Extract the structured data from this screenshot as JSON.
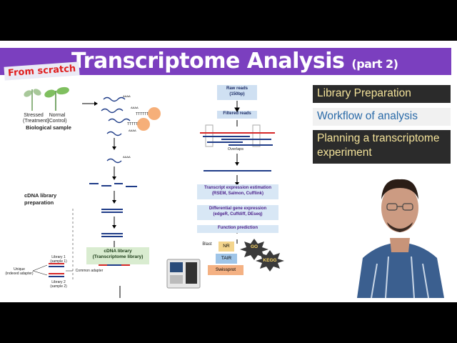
{
  "title": {
    "main": "Transcriptome Analysis",
    "part": "(part 2)",
    "badge": "From scratch"
  },
  "left": {
    "stressed": "Stressed\n(Treatment)",
    "normal": "Normal\n(Control)",
    "bio_sample": "Biological sample",
    "cdna_prep": "cDNA library\npreparation",
    "cdna_lib": "cDNA library\n(Transcriptome library)",
    "unique": "Unique\n(indexed adapter)",
    "library1": "Library 1\n(sample 1)",
    "library2": "Library 2\n(sample 2)",
    "common_adapter": "Common adapter",
    "aaaa": "AAAA",
    "tttt": "TTTTT"
  },
  "workflow": {
    "raw": "Raw reads\n(150bp)",
    "filtered": "Filtered reads",
    "overlaps": "Overlaps",
    "estimation": "Transcript expression estimation\n(RSEM, Salmon, Cufflink)",
    "diffexp": "Differential gene expression\n(edgeR, Cuffdiff, DEseq)",
    "function": "Function prediction",
    "blast": "Blast",
    "nr": "NR",
    "tair": "TAIR",
    "swissprot": "Swissprot",
    "go": "GO",
    "kegg": "KEGG"
  },
  "panel": {
    "items": [
      "Library Preparation",
      "Workflow of analysis",
      "Planning a transcriptome experiment"
    ]
  },
  "colors": {
    "banner": "#7b3fbf",
    "accent_red": "#e01e1e",
    "dark_panel": "#2b2b2b",
    "panel_text": "#f3e29a",
    "link_blue": "#2a6aa8"
  }
}
